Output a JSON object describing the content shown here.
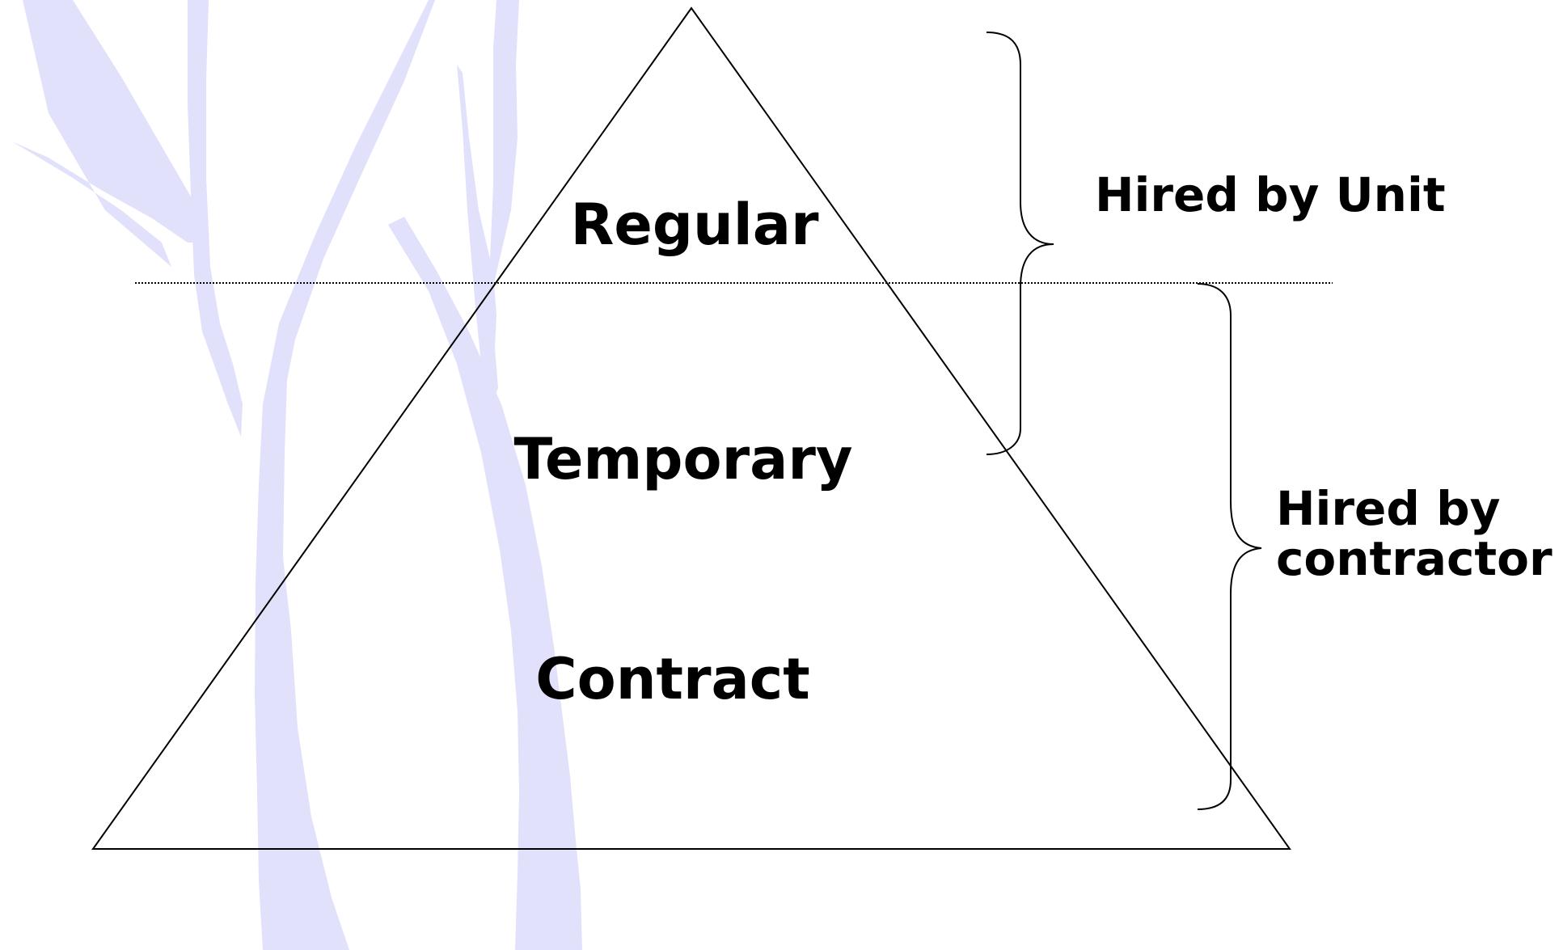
{
  "diagram": {
    "tiers": {
      "regular": "Regular",
      "temporary": "Temporary",
      "contract": "Contract"
    },
    "brackets": {
      "unit": "Hired by Unit",
      "contractor": "Hired by\ncontractor"
    }
  },
  "colors": {
    "background": "#ffffff",
    "line": "#000000",
    "background_trees": "#e1e1fb",
    "text": "#000000"
  }
}
